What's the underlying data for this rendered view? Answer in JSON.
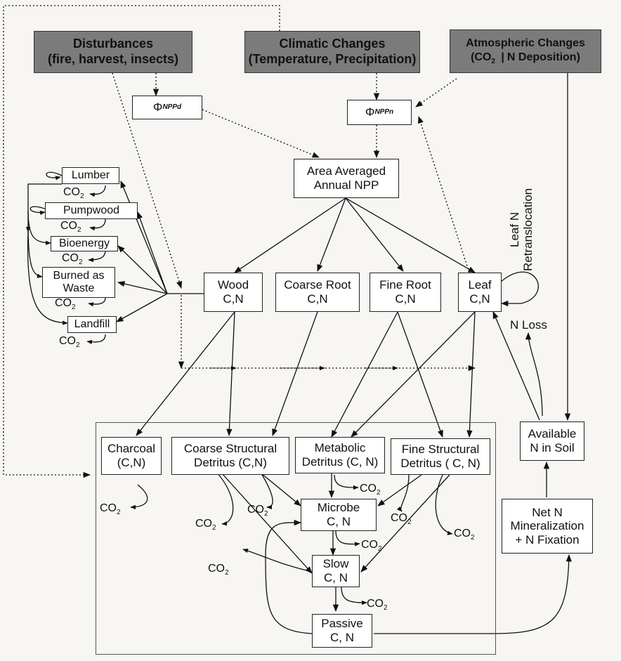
{
  "header": {
    "disturbances": [
      "Disturbances",
      "(fire, harvest, insects)"
    ],
    "climatic": [
      "Climatic Changes",
      "(Temperature, Precipitation)"
    ],
    "atmospheric_line1": "Atmospheric Changes",
    "atmospheric_line2": {
      "co2_prefix": "(CO",
      "co2_sub": "2",
      "separator": "|",
      "n_dep": "N Deposition)"
    }
  },
  "phi": {
    "npp_d": {
      "symbol": "Φ",
      "subscript": "NPPd"
    },
    "npp_n": {
      "symbol": "Φ",
      "subscript": "NPPn"
    }
  },
  "npp": [
    "Area Averaged",
    "Annual NPP"
  ],
  "pools": {
    "wood": [
      "Wood",
      "C,N"
    ],
    "coarse_root": [
      "Coarse Root",
      "C,N"
    ],
    "fine_root": [
      "Fine Root",
      "C,N"
    ],
    "leaf": [
      "Leaf",
      "C,N"
    ]
  },
  "products": {
    "lumber": "Lumber",
    "pumpwood": "Pumpwood",
    "bioenergy": "Bioenergy",
    "burned": [
      "Burned as",
      "Waste"
    ],
    "landfill": "Landfill"
  },
  "detritus": {
    "charcoal": [
      "Charcoal",
      "(C,N)"
    ],
    "coarse_structural": [
      "Coarse Structural",
      "Detritus (C,N)"
    ],
    "metabolic": [
      "Metabolic",
      "Detritus (C, N)"
    ],
    "fine_structural": [
      "Fine Structural",
      "Detritus ( C, N)"
    ]
  },
  "soil_pools": {
    "microbe": [
      "Microbe",
      "C, N"
    ],
    "slow": [
      "Slow",
      "C, N"
    ],
    "passive": [
      "Passive",
      "C, N"
    ]
  },
  "nitrogen": {
    "available": [
      "Available",
      "N in Soil"
    ],
    "mineralization": [
      "Net N",
      "Mineralization",
      "+ N Fixation"
    ],
    "n_loss": "N Loss",
    "retranslocation": [
      "Leaf N",
      "Retranslocation"
    ]
  },
  "co2": {
    "base": "CO",
    "sub": "2"
  }
}
